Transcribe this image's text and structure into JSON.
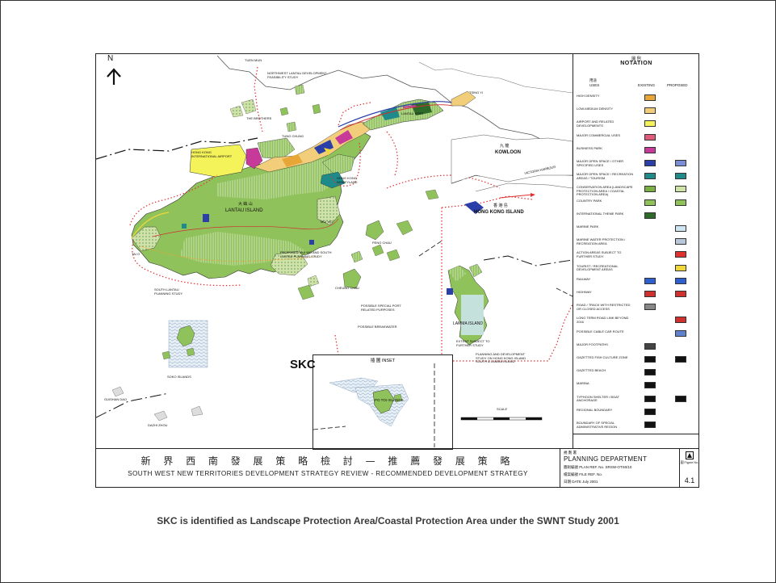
{
  "map": {
    "north_label": "N",
    "skc_label": "SKC",
    "place_labels": {
      "tuen_mun": "TUEN MUN",
      "tsing_yi": "TSING YI",
      "kowloon": "KOWLOON",
      "kowloon_zh": "九 龍",
      "hong_kong_island": "HONG KONG ISLAND",
      "hong_kong_island_zh": "香 港 島",
      "lantau_island": "LANTAU ISLAND",
      "lantau_island_zh": "大 嶼 山",
      "airport": "HONG KONG INTERNATIONAL AIRPORT",
      "disneyland": "HONG KONG DISNEYLAND",
      "victoria_harbour": "VICTORIA HARBOUR",
      "lamma_island": "LAMMA ISLAND",
      "po_toi_islands": "PO TOI ISLANDS",
      "soko_islands": "SOKO ISLANDS",
      "cheung_chau": "CHEUNG CHAU",
      "peng_chau": "PENG CHAU",
      "the_brothers": "THE BROTHERS",
      "guishan_dao": "GUISHAN DAO",
      "dazhi_zhou": "DAZHI ZHOU",
      "lantau_port": "LANTAU PORT",
      "tung_chung": "TUNG CHUNG",
      "mui_wo": "MUI WO",
      "tai_o": "TAI O",
      "nw_lantau_study": "NORTHWEST LANTAU DEVELOPMENT FEASIBILITY STUDY",
      "mui_wo_south_lantau": "PROPOSED MUI WO AND SOUTH LANTAU PLANNING STUDY",
      "south_lantau": "SOUTH LANTAU PLANNING STUDY",
      "special_port": "POSSIBLE SPECIAL PORT RELATED PURPOSES",
      "breakwater": "POSSIBLE BREAKWATER",
      "lamma_study": "PLANNING AND DEVELOPMENT STUDY ON HONG KONG ISLAND SOUTH & LAMMA ISLAND",
      "extent_subject": "EXTENT SUBJECT TO FURTHER STUDY"
    },
    "inset_title": "插 圖 INSET",
    "scale_label": "SCALE",
    "notation_title_zh": "圖 例",
    "notation_title": "NOTATION",
    "notation_col_uses_zh": "用途",
    "notation_col_uses": "USES",
    "notation_col_existing": "EXISTING",
    "notation_col_proposed": "PROPOSED",
    "legend": [
      {
        "label": "HIGH DENSITY",
        "color": "#e8a637",
        "proposed": ""
      },
      {
        "label": "LOW-MEDIUM DENSITY",
        "color": "#f2cd7a",
        "proposed": ""
      },
      {
        "label": "AIRPORT AND RELATED DEVELOPMENTS",
        "color": "#f5f35a",
        "proposed": ""
      },
      {
        "label": "MAJOR COMMERCIAL USES",
        "color": "#e05a7a",
        "proposed": ""
      },
      {
        "label": "BUSINESS PARK",
        "color": "#c83a9a",
        "proposed": ""
      },
      {
        "label": "MAJOR OPEN SPACE / OTHER SPECIFIED USES",
        "color": "#2a3fa8",
        "proposed": "#7a8ed8"
      },
      {
        "label": "MAJOR OPEN SPACE / RECREATION AREAS / TOURISM",
        "color": "#1f8a8a",
        "proposed": "#1f8a8a"
      },
      {
        "label": "CONSERVATION AREA (LANDSCAPE PROTECTION AREA / COASTAL PROTECTION AREA)",
        "color": "#7cb043",
        "proposed": "#cfe3a8"
      },
      {
        "label": "COUNTRY PARK",
        "color": "#8fc25a",
        "proposed": "#8fc25a"
      },
      {
        "label": "INTERNATIONAL THEME PARK",
        "color": "#2e6b2a",
        "proposed": ""
      },
      {
        "label": "MARINE PARK",
        "color": "",
        "proposed": "#cfe6f2"
      },
      {
        "label": "MARINE WATER PROTECTION / RECREATION AREA",
        "color": "",
        "proposed": "#b9c8d8"
      },
      {
        "label": "ACTION AREAS SUBJECT TO FURTHER STUDY",
        "color": "",
        "proposed": "#e03030"
      },
      {
        "label": "TOURIST / RECREATIONAL DEVELOPMENT AREAS",
        "color": "",
        "proposed": "#f0d83a"
      },
      {
        "label": "RAILWAY",
        "color": "#3060d0",
        "proposed": "#3060d0"
      },
      {
        "label": "HIGHWAY",
        "color": "#d03030",
        "proposed": "#d03030"
      },
      {
        "label": "ROAD / TRACK WITH RESTRICTED OR CLOSED ACCESS",
        "color": "#888888",
        "proposed": ""
      },
      {
        "label": "LONG TERM ROAD LINK BEYOND 2016",
        "color": "",
        "proposed": "#d03030"
      },
      {
        "label": "POSSIBLE CABLE CAR ROUTE",
        "color": "",
        "proposed": "#6080d0"
      },
      {
        "label": "MAJOR FOOTPATHS",
        "color": "#444444",
        "proposed": ""
      },
      {
        "label": "GAZETTED FISH CULTURE ZONE",
        "color": "#111111",
        "proposed": "#111111"
      },
      {
        "label": "GAZETTED BEACH",
        "color": "#111111",
        "proposed": ""
      },
      {
        "label": "MARINA",
        "color": "#111111",
        "proposed": ""
      },
      {
        "label": "TYPHOON SHELTER / BOAT ANCHORAGE",
        "color": "#111111",
        "proposed": "#111111"
      },
      {
        "label": "REGIONAL BOUNDARY",
        "color": "#111111",
        "proposed": ""
      },
      {
        "label": "BOUNDARY OF SPECIAL ADMINISTRATIVE REGION",
        "color": "#111111",
        "proposed": ""
      }
    ],
    "colors": {
      "country_park": "#8fc25a",
      "conservation": "#7cb043",
      "airport": "#f5f35a",
      "water": "#ffffff",
      "highway": "#d03030",
      "study_boundary": "#e03030",
      "marine": "#cfe6f2",
      "hatch": "#b9c8d8"
    }
  },
  "title_block": {
    "title_zh": "新 界 西 南 發 展 策 略 檢 討 — 推 薦 發 展 策 略",
    "title_en": "SOUTH WEST NEW TERRITORIES DEVELOPMENT STRATEGY REVIEW - RECOMMENDED DEVELOPMENT STRATEGY",
    "dept_zh": "規 劃 署",
    "dept_en": "PLANNING DEPARTMENT",
    "plan_ref": "圖則編號 PLAN REF. No. SRSW-OTS0/10",
    "file_ref": "檔案編號 FILE REF. No.",
    "date": "日期 DATE    July 2001",
    "figure_label": "圖 Figure No.",
    "figure_no": "4.1"
  },
  "caption": "SKC is identified as Landscape Protection Area/Coastal Protection Area under the SWNT Study 2001"
}
